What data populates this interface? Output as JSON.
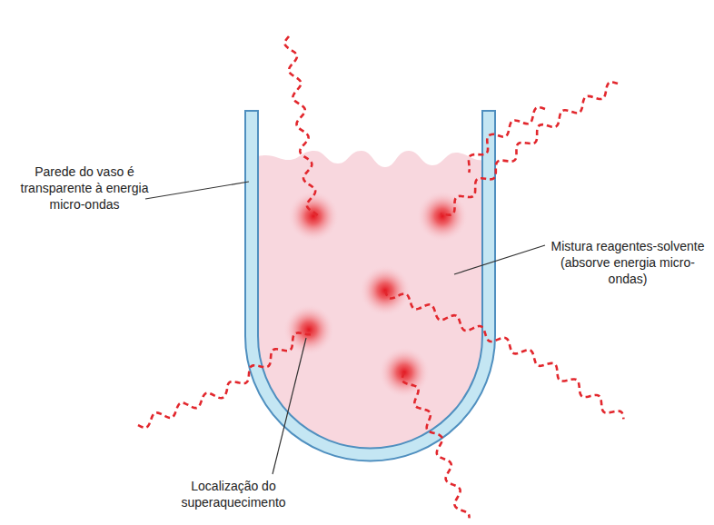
{
  "diagram": {
    "labels": [
      "Parede do vaso é transparente à energia micro-ondas",
      "Mistura reagentes-solvente (absorve energia micro-ondas)",
      "Localização do superaquecimento"
    ]
  }
}
